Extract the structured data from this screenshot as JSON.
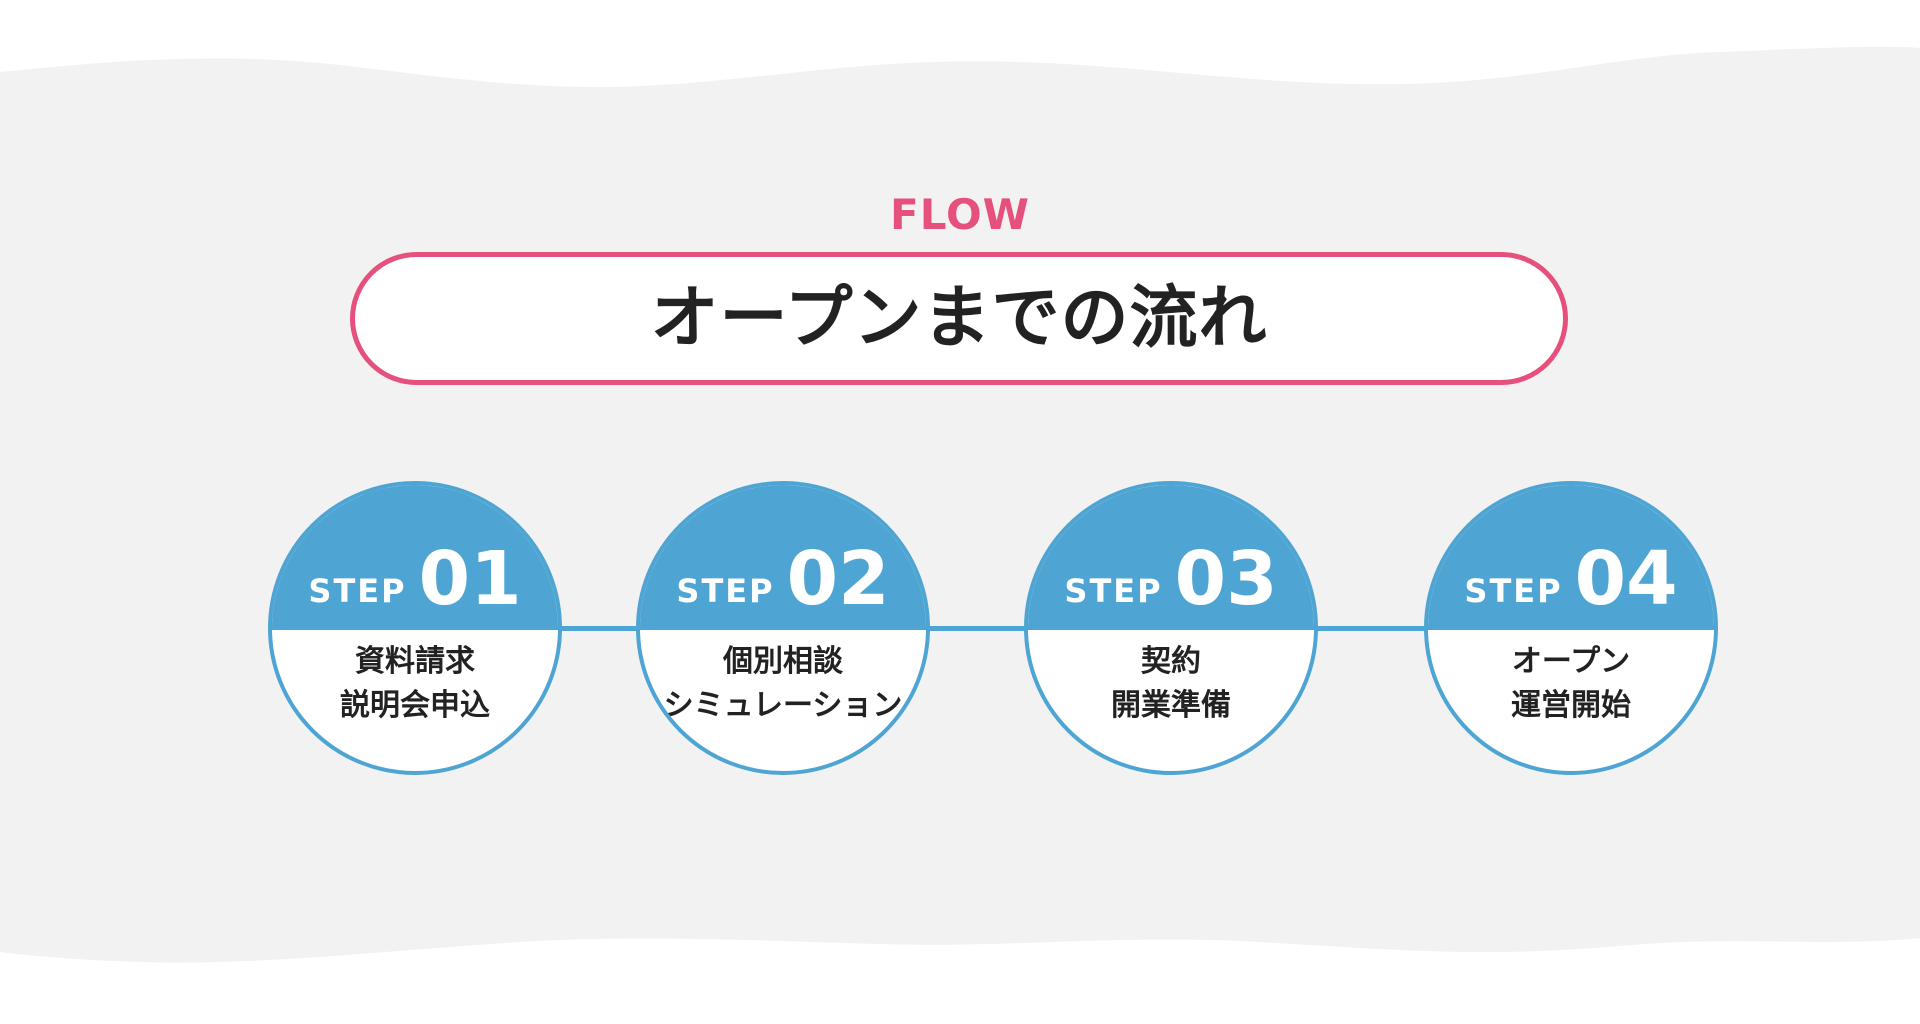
{
  "section": {
    "eyebrow": "FLOW",
    "title": "オープンまでの流れ"
  },
  "colors": {
    "accent_pink": "#e6507d",
    "accent_blue": "#4ea5d3",
    "text_dark": "#222222",
    "background_gray": "#f2f2f2",
    "background_white": "#ffffff"
  },
  "steps": [
    {
      "label": "STEP",
      "number": "01",
      "line1": "資料請求",
      "line2": "説明会申込"
    },
    {
      "label": "STEP",
      "number": "02",
      "line1": "個別相談",
      "line2": "シミュレーション"
    },
    {
      "label": "STEP",
      "number": "03",
      "line1": "契約",
      "line2": "開業準備"
    },
    {
      "label": "STEP",
      "number": "04",
      "line1": "オープン",
      "line2": "運営開始"
    }
  ]
}
